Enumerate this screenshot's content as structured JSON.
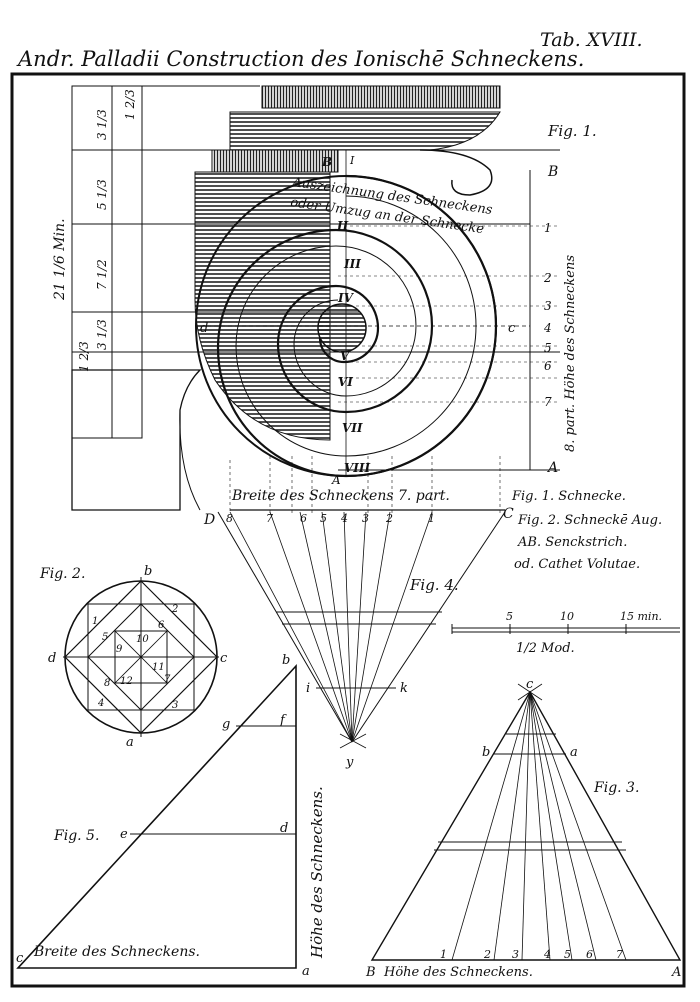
{
  "plate": {
    "title": "Andr. Palladii Construction des Ionischē Schneckens.",
    "tab": "Tab. XVIII."
  },
  "fig1": {
    "label": "Fig. 1.",
    "dims": {
      "total": "21 1/6 Min.",
      "a": "1 2/3",
      "b": "3 1/3",
      "c": "5 1/3",
      "d": "7 1/2",
      "e": "3 1/3",
      "f": "1 2/3"
    },
    "spiral_text_1": "Auszeichnung des Schneckens",
    "spiral_text_2": "oder Umzug an der Schnecke",
    "roman": [
      "I",
      "II",
      "III",
      "IV",
      "V",
      "VI",
      "VII",
      "VIII"
    ],
    "right_numbers": [
      "1",
      "2",
      "3",
      "4",
      "5",
      "6",
      "7"
    ],
    "right_label": "8. part. Höhe des Schneckens",
    "bottom_label": "Breite des Schneckens 7. part.",
    "bottom_numbers": [
      "8",
      "7",
      "6",
      "5",
      "4",
      "3",
      "2",
      "1"
    ],
    "letters": {
      "B": "B",
      "A": "A",
      "D": "D",
      "C": "C",
      "c": "c",
      "d": "d"
    }
  },
  "legend": {
    "line1": "Fig. 1. Schnecke.",
    "line2": "Fig. 2. Schneckē Aug.",
    "line3": "AB. Senckstrich.",
    "line4": "od. Cathet Volutae."
  },
  "fig4": {
    "label": "Fig. 4.",
    "i": "i",
    "k": "k",
    "y": "y"
  },
  "scale": {
    "ticks": [
      "5",
      "10",
      "15 min."
    ],
    "label": "1/2 Mod."
  },
  "fig2": {
    "label": "Fig. 2.",
    "b": "b",
    "a": "a",
    "c": "c",
    "d": "d",
    "nums": [
      "1",
      "2",
      "3",
      "4",
      "5",
      "6",
      "7",
      "8",
      "9",
      "10",
      "11",
      "12"
    ]
  },
  "fig5": {
    "label": "Fig. 5.",
    "e": "e",
    "d": "d",
    "g": "g",
    "f": "f",
    "b": "b",
    "a": "a",
    "c": "c",
    "vertical": "Höhe des Schneckens.",
    "bottom": "Breite des Schneckens."
  },
  "fig3": {
    "label": "Fig. 3.",
    "c": "c",
    "b": "b",
    "a": "a",
    "B": "B",
    "A": "A",
    "bottom": "Höhe des Schneckens.",
    "nums": [
      "1",
      "2",
      "3",
      "4",
      "5",
      "6",
      "7"
    ]
  }
}
